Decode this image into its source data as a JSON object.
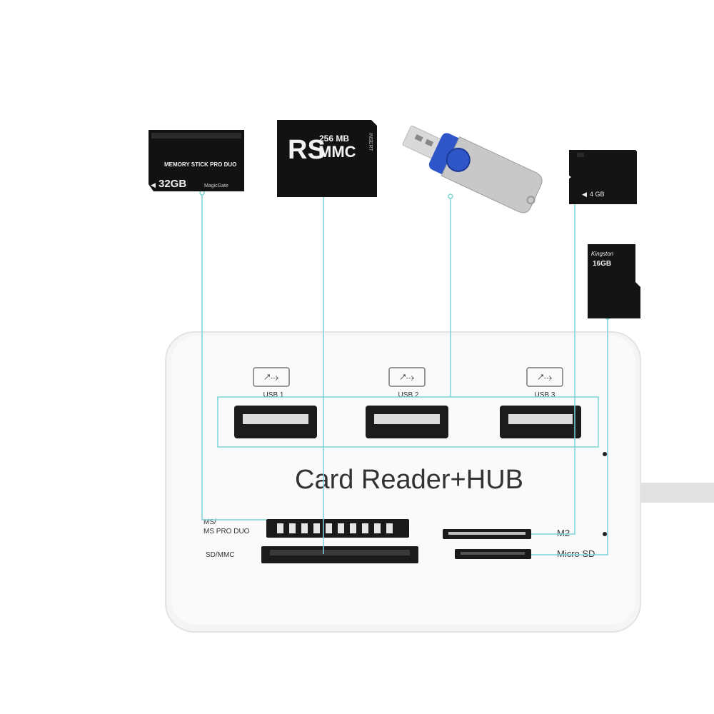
{
  "hub": {
    "title": "Card Reader+HUB",
    "usb_ports": [
      "USB 1",
      "USB 2",
      "USB 3"
    ],
    "slot_labels": {
      "ms_line1": "MS/",
      "ms_line2": "MS PRO DUO",
      "sd_mmc": "SD/MMC",
      "m2": "M2",
      "micro_sd": "Micro SD"
    }
  },
  "cards": {
    "memory_stick": {
      "brand": "MEMORY STICK PRO DUO",
      "capacity": "32GB",
      "sub": "MagicGate"
    },
    "rs_mmc": {
      "brand_big": "RS",
      "brand_mmc": "MMC",
      "capacity": "256 MB",
      "side": "INSERT"
    },
    "m2": {
      "capacity": "4 GB"
    },
    "microsd": {
      "brand": "Kingston",
      "capacity": "16GB"
    }
  },
  "colors": {
    "guide_line": "#7fd3d6",
    "hub_body": "#f4f4f4",
    "usb_stick_blue": "#2f56c9",
    "card_black": "#121212"
  }
}
